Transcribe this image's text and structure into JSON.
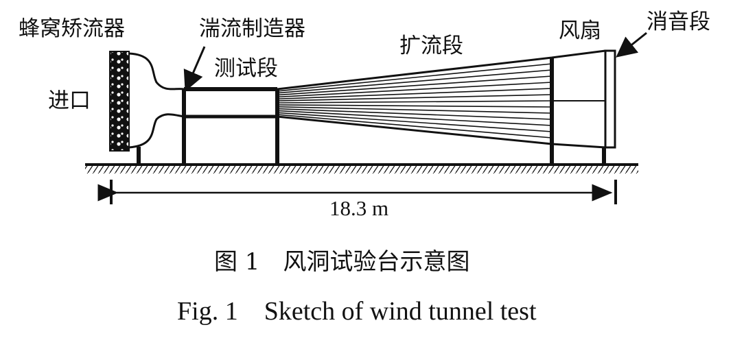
{
  "labels": {
    "honeycomb": "蜂窝矫流器",
    "inlet": "进口",
    "turbulence_generator": "湍流制造器",
    "test_section": "测试段",
    "diffuser": "扩流段",
    "fan": "风扇",
    "silencer": "消音段",
    "length": "18.3 m"
  },
  "caption": {
    "cn": "图 1　风洞试验台示意图",
    "en": "Fig. 1　Sketch of wind tunnel test"
  },
  "colors": {
    "ink": "#111111",
    "background": "#ffffff"
  }
}
